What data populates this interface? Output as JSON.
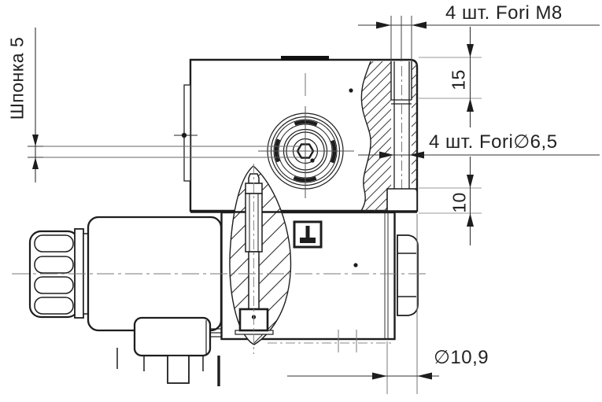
{
  "drawing": {
    "type": "engineering-section-view",
    "subject": "solenoid-valve-with-mounting-flange",
    "labels": {
      "key_note": "Шпонка 5",
      "holes_m8": "4 шт. Fori M8",
      "holes_d65": "4 шт. Fori∅6,5",
      "dim_15": "15",
      "dim_10": "10",
      "dim_d109": "∅10,9"
    },
    "symbols": {
      "boxed_symbol": "perpendicularity-T-port-mark"
    },
    "colors": {
      "line": "#1d1d1d",
      "dimension_line": "#3a3a3a",
      "extension_line": "#8f8f8f",
      "centerline": "#7a7a7a",
      "background": "#ffffff"
    }
  }
}
